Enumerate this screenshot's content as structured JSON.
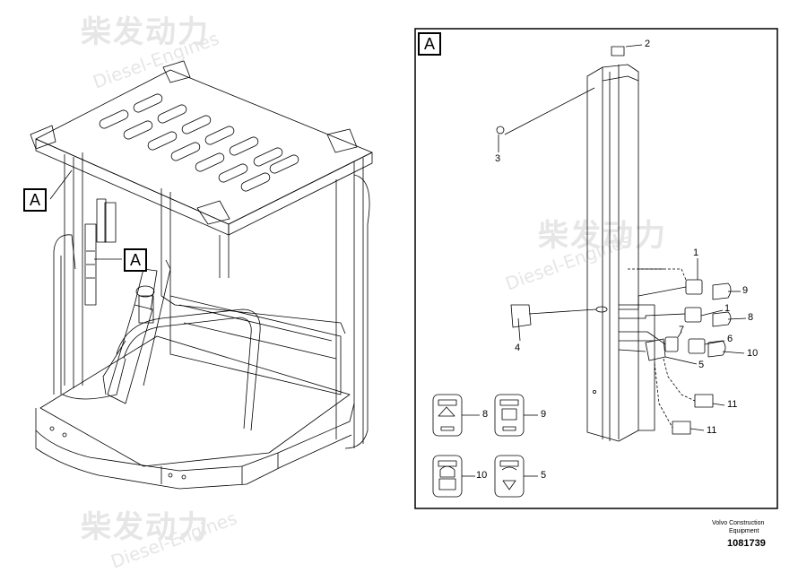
{
  "watermark": {
    "cn": "柴发动力",
    "en": "Diesel-Engines"
  },
  "view_labels": {
    "overview_a": "A",
    "detail_a": "A"
  },
  "callouts": {
    "c1": "1",
    "c1b": "1",
    "c2": "2",
    "c3": "3",
    "c4": "4",
    "c5": "5",
    "c6": "6",
    "c7": "7",
    "c8": "8",
    "c9": "9",
    "c10": "10",
    "c11a": "11",
    "c11b": "11",
    "s8": "8",
    "s9": "9",
    "s10": "10",
    "s5": "5"
  },
  "footer": {
    "brand_line1": "Volvo Construction",
    "brand_line2": "Equipment",
    "part_number": "1081739"
  }
}
